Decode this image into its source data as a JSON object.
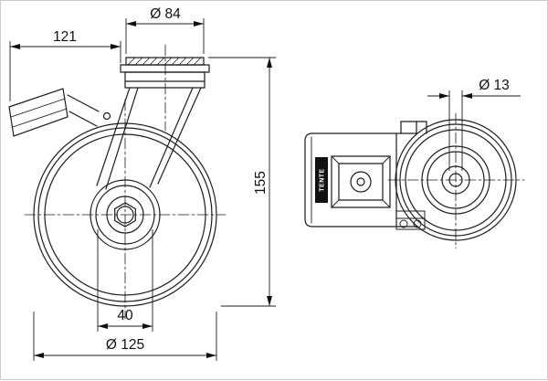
{
  "drawing": {
    "brand": "TENTE",
    "dimensions": {
      "plate_diameter": "Ø 84",
      "overall_length": "121",
      "bolt_hole_diameter": "Ø 13",
      "overall_height": "155",
      "hub_width": "40",
      "wheel_diameter": "Ø 125"
    }
  }
}
